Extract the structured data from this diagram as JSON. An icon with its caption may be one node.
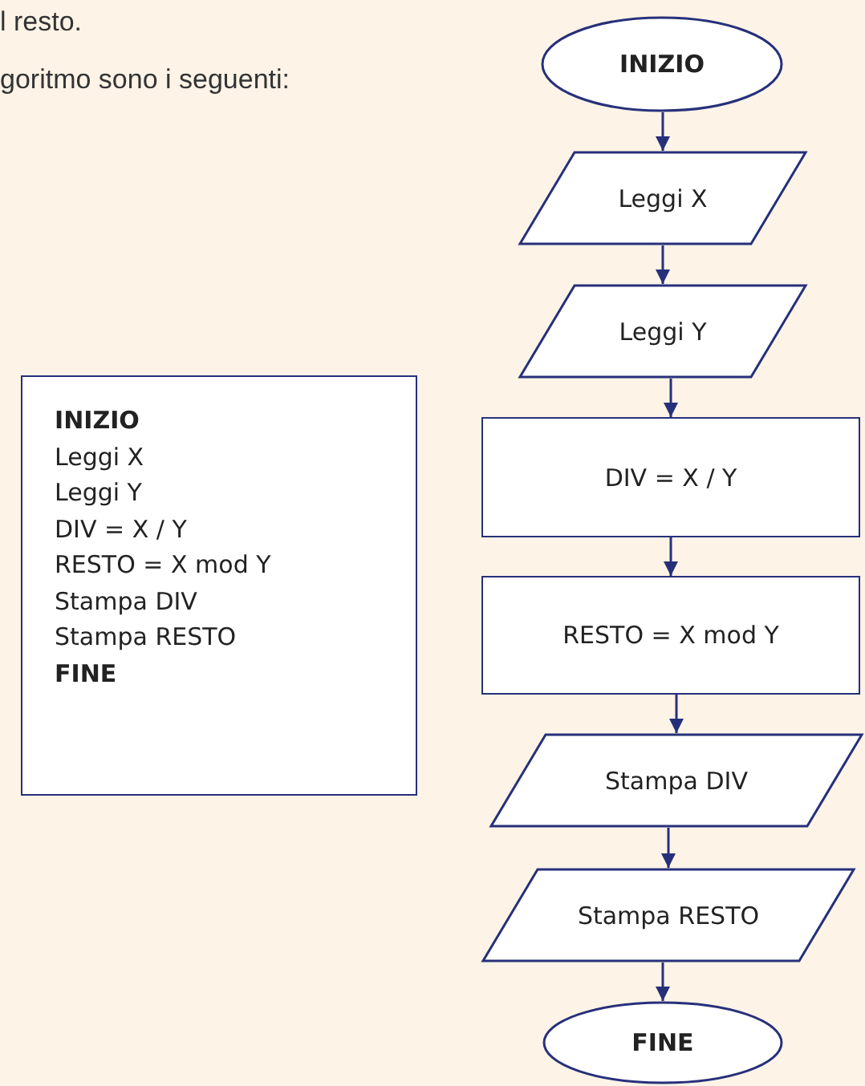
{
  "diagram": {
    "nodes": [
      {
        "text": [
          "INIZIO"
        ]
      },
      {
        "text": [
          "Leggi X"
        ]
      },
      {
        "text": [
          "Leggi Y"
        ]
      },
      {
        "text": [
          "DIV = X / Y"
        ]
      },
      {
        "text": [
          "RESTO = X mod Y"
        ]
      },
      {
        "text": [
          "Stampa DIV"
        ]
      },
      {
        "text": [
          "Stampa RESTO"
        ]
      },
      {
        "text": [
          "FINE"
        ]
      },
      {
        "text": [
          "INIZIO",
          "Leggi X",
          "Leggi Y",
          "DIV = X / Y",
          "RESTO = X mod Y",
          "Stampa DIV",
          "Stampa RESTO",
          "FINE"
        ]
      }
    ],
    "edges": [
      {
        "from": 0,
        "to": 1,
        "arrow": "to"
      },
      {
        "from": 1,
        "to": 2,
        "arrow": "to"
      },
      {
        "from": 2,
        "to": 3,
        "arrow": "to"
      },
      {
        "from": 3,
        "to": 4,
        "arrow": "to"
      },
      {
        "from": 4,
        "to": 5,
        "arrow": "to"
      },
      {
        "from": 5,
        "to": 6,
        "arrow": "to"
      },
      {
        "from": 6,
        "to": 7,
        "arrow": "to"
      }
    ],
    "labels": [
      "l resto.",
      "goritmo sono i seguenti:"
    ]
  }
}
